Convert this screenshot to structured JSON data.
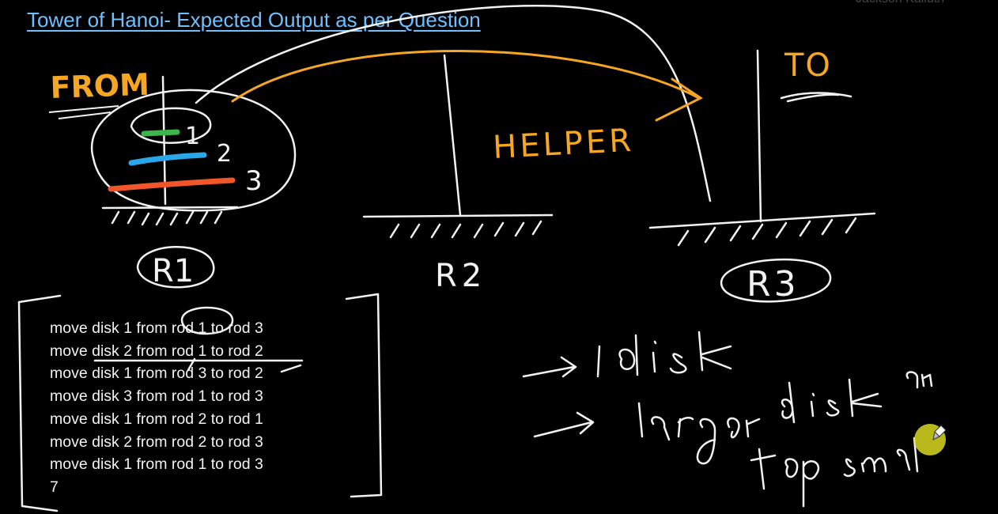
{
  "title": "Tower of Hanoi- Expected Output as per Question",
  "author": "Jackson Kalluth",
  "labels": {
    "from": "FROM",
    "helper": "HELPER",
    "to": "TO",
    "disk_numbers": [
      "1",
      "2",
      "3"
    ],
    "rods": [
      "R1",
      "R2",
      "R3"
    ]
  },
  "output_lines": [
    "move disk 1 from rod 1 to rod 3",
    "move disk 2 from rod 1 to rod 2",
    "move disk 1 from rod 3 to rod 2",
    "move disk 3 from rod 1 to rod 3",
    "move disk 1 from rod 2 to rod 1",
    "move disk 2 from rod 2 to rod 3",
    "move disk 1 from rod 1 to rod 3"
  ],
  "total_moves": "7",
  "notes": [
    "1 disk",
    "larger disk on",
    "top small"
  ],
  "colors": {
    "background": "#000000",
    "title": "#6ec0ff",
    "ink": "#f2f2f2",
    "accent": "#f5a623",
    "disk1": "#3cb54a",
    "disk2": "#2aa7e8",
    "disk3": "#f0562a",
    "pointer": "#d8d81e"
  }
}
